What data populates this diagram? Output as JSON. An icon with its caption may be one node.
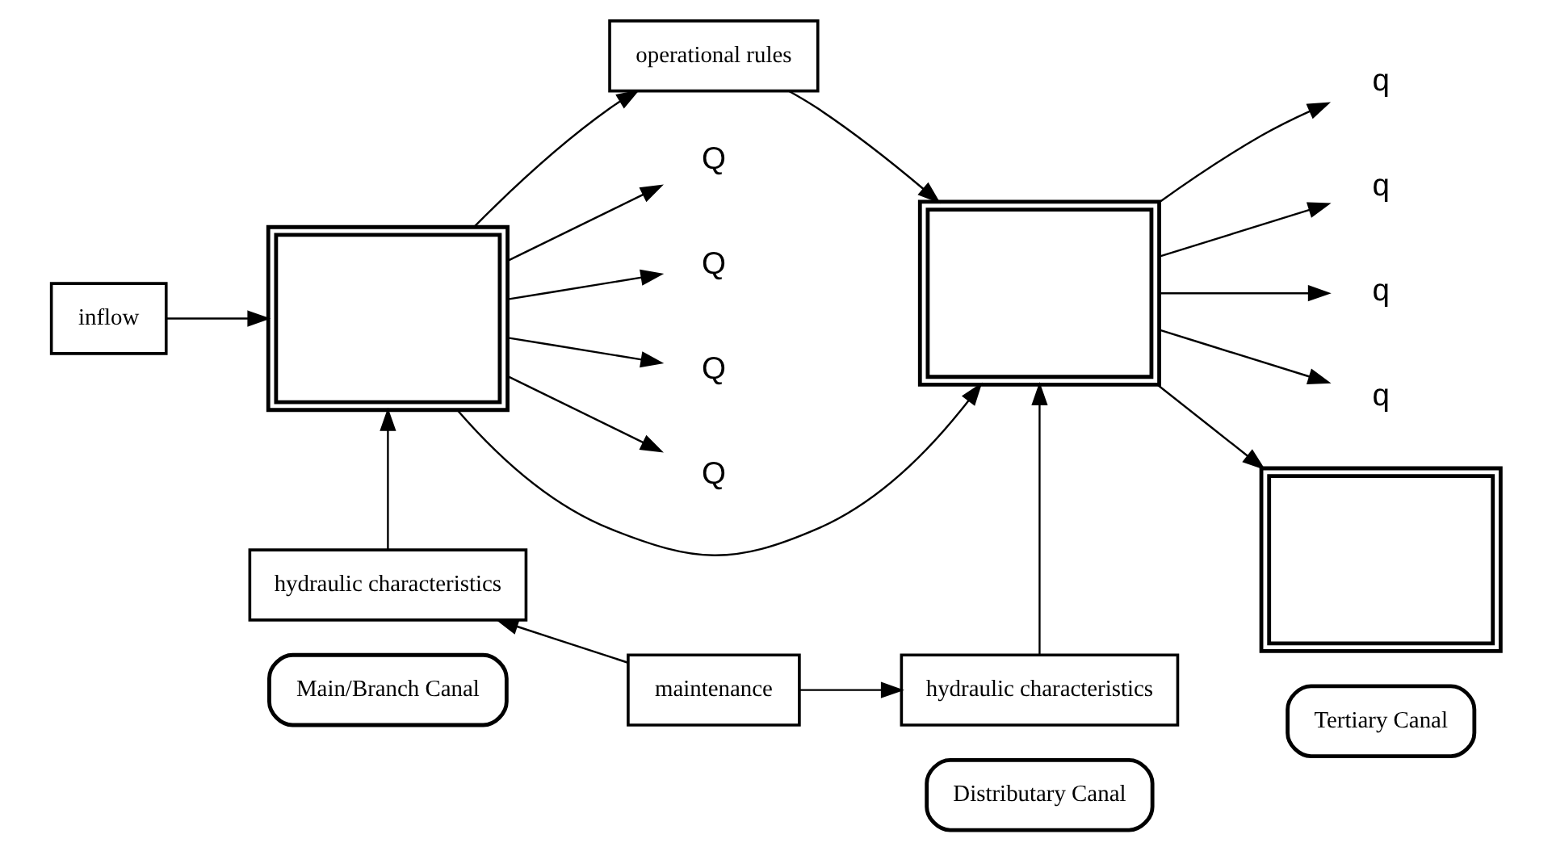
{
  "diagram": {
    "nodes": [
      {
        "text": [
          "Main/Branch Canal"
        ]
      },
      {
        "text": [
          "Distributary Canal"
        ]
      },
      {
        "text": [
          "Tertiary Canal"
        ]
      },
      {
        "text": [
          "operational rules"
        ]
      },
      {
        "text": [
          "inflow"
        ]
      },
      {
        "text": [],
        "shape": "picture"
      },
      {
        "text": [
          "Q"
        ]
      },
      {
        "text": [
          "Q"
        ]
      },
      {
        "text": [
          "Q"
        ]
      },
      {
        "text": [
          "Q"
        ]
      },
      {
        "text": [],
        "shape": "picture"
      },
      {
        "text": [
          "q"
        ]
      },
      {
        "text": [
          "q"
        ]
      },
      {
        "text": [
          "q"
        ]
      },
      {
        "text": [
          "q"
        ]
      },
      {
        "text": [],
        "shape": "picture"
      },
      {
        "text": [
          "hydraulic characteristics"
        ]
      },
      {
        "text": [
          "hydraulic characteristics"
        ]
      },
      {
        "text": [
          "maintenance"
        ]
      }
    ],
    "edges": [
      {
        "from": 4,
        "to": 5,
        "arrow": "to"
      },
      {
        "from": 5,
        "to": 3,
        "arrow": "to"
      },
      {
        "from": 3,
        "to": 10,
        "arrow": "to"
      },
      {
        "from": 5,
        "to": 6,
        "arrow": "to"
      },
      {
        "from": 5,
        "to": 7,
        "arrow": "to"
      },
      {
        "from": 5,
        "to": 10,
        "arrow": "to"
      },
      {
        "from": 5,
        "to": 8,
        "arrow": "to"
      },
      {
        "from": 5,
        "to": 9,
        "arrow": "to"
      },
      {
        "from": 10,
        "to": 11,
        "arrow": "to"
      },
      {
        "from": 10,
        "to": 12,
        "arrow": "to"
      },
      {
        "from": 10,
        "to": 15,
        "arrow": "to"
      },
      {
        "from": 10,
        "to": 13,
        "arrow": "to"
      },
      {
        "from": 10,
        "to": 14,
        "arrow": "to"
      },
      {
        "from": 16,
        "to": 5,
        "arrow": "to"
      },
      {
        "from": 17,
        "to": 10,
        "arrow": "to"
      },
      {
        "from": 18,
        "to": 16,
        "arrow": "to"
      },
      {
        "from": 18,
        "to": 17,
        "arrow": "to"
      }
    ]
  }
}
